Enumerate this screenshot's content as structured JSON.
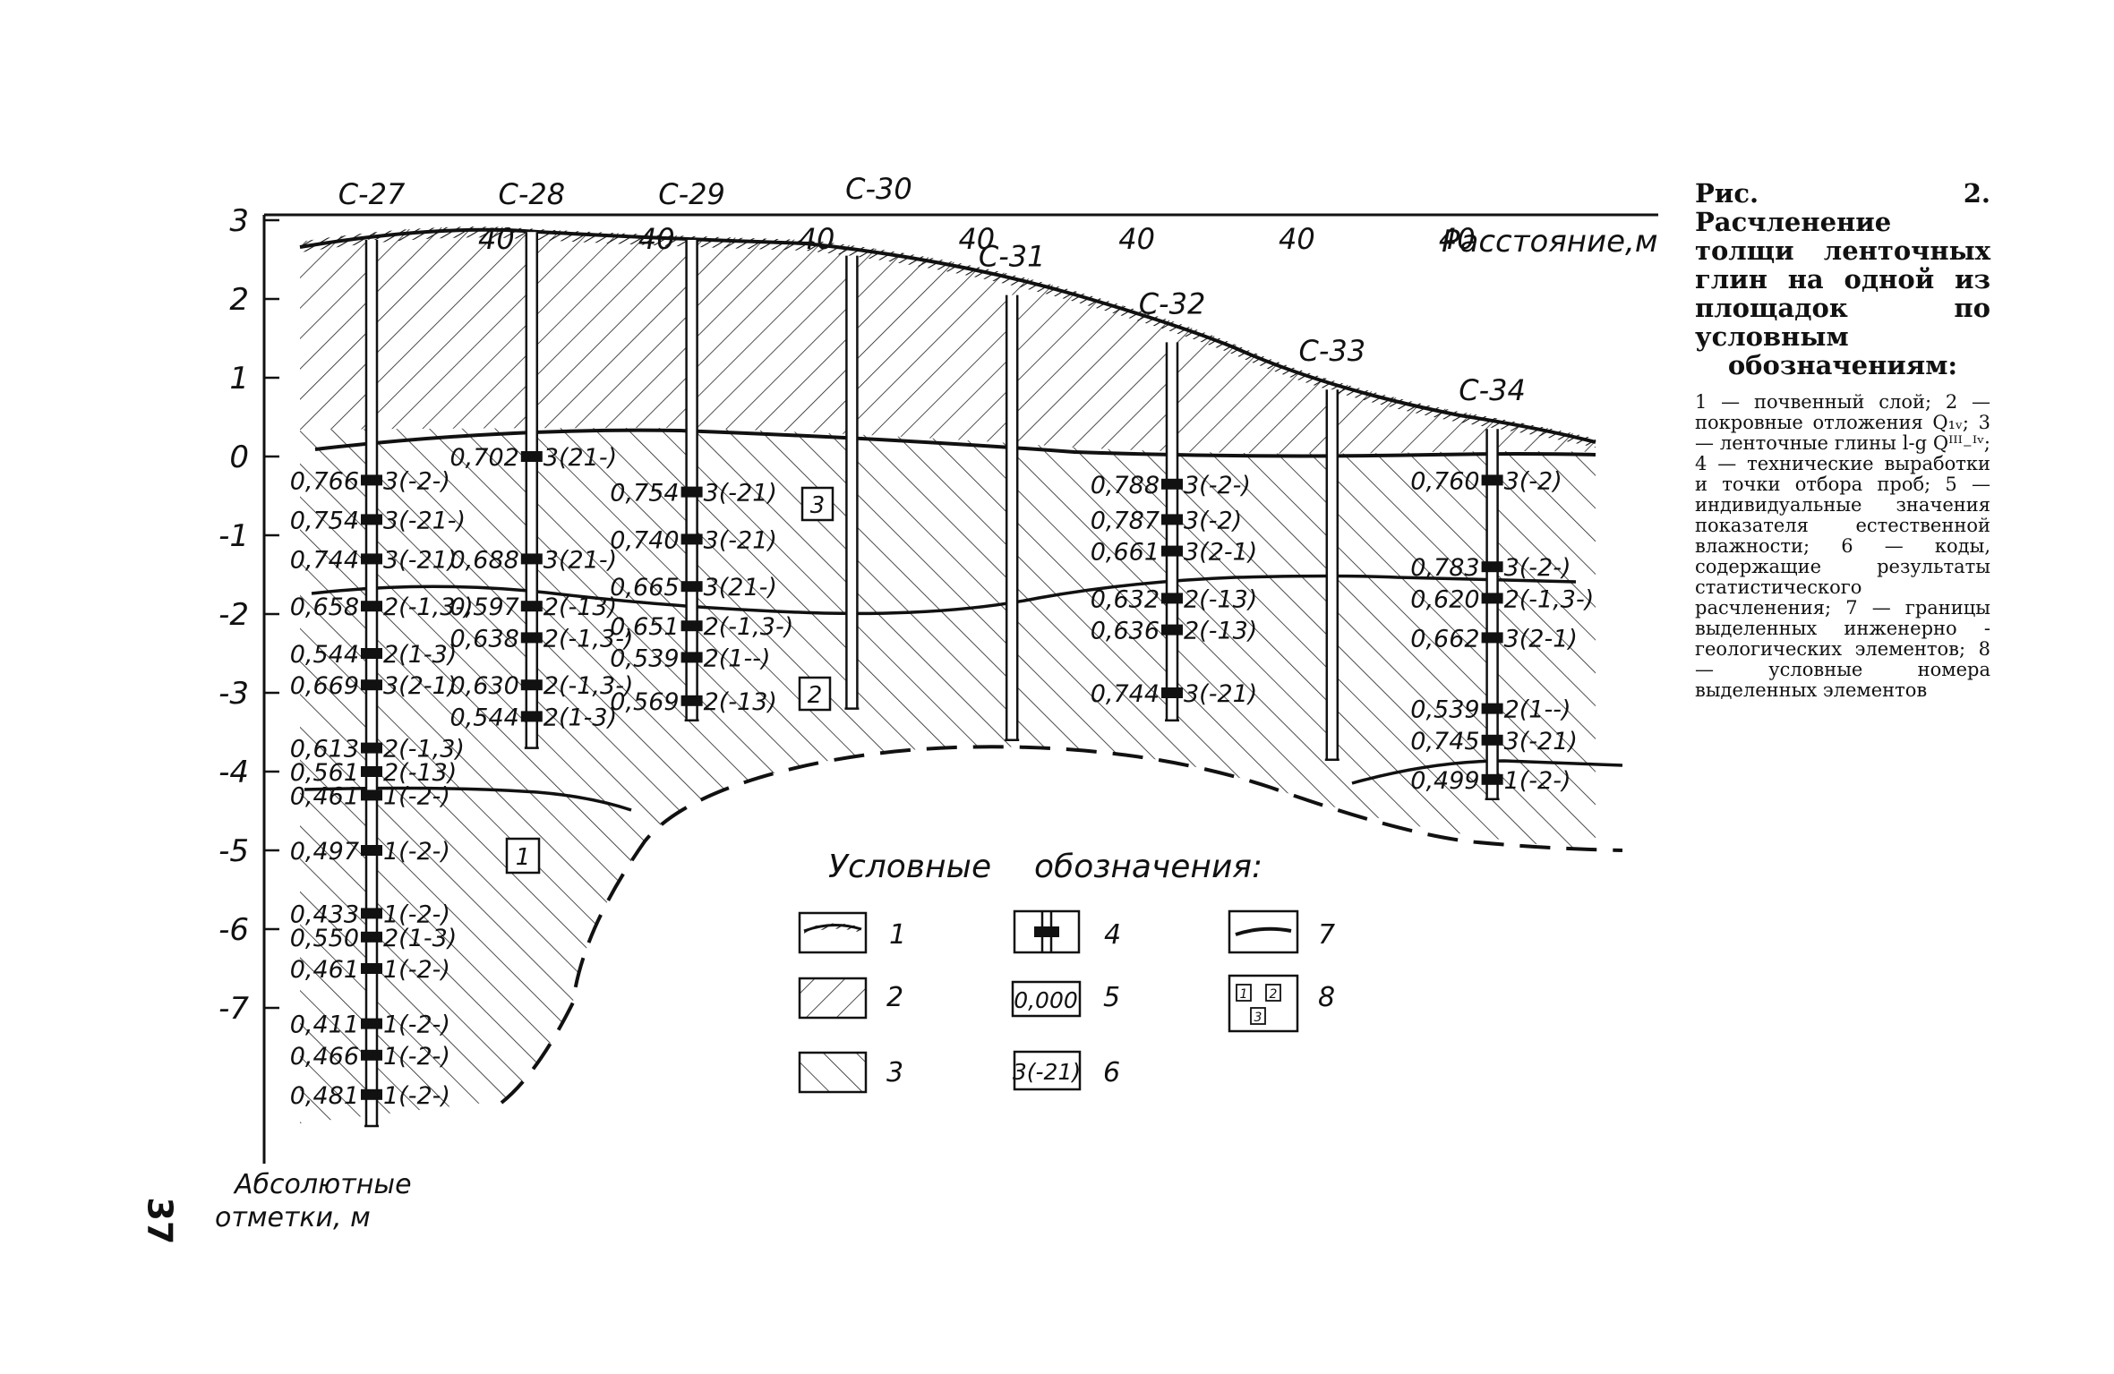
{
  "boreholes": [
    {
      "id": "С-27",
      "x_rel": 0,
      "top": 2.75,
      "bottom": -8.5,
      "samples": [
        {
          "elev": -0.3,
          "w": "0,766",
          "code": "3(-2-)"
        },
        {
          "elev": -0.8,
          "w": "0,754",
          "code": "3(-21-)"
        },
        {
          "elev": -1.3,
          "w": "0,744",
          "code": "3(-21)"
        },
        {
          "elev": -1.9,
          "w": "0,658",
          "code": "2(-1,3-)"
        },
        {
          "elev": -2.5,
          "w": "0,544",
          "code": "2(1-3)"
        },
        {
          "elev": -2.9,
          "w": "0,669",
          "code": "3(2-1)"
        },
        {
          "elev": -3.7,
          "w": "0,613",
          "code": "2(-1,3)"
        },
        {
          "elev": -4.0,
          "w": "0,561",
          "code": "2(-13)"
        },
        {
          "elev": -4.3,
          "w": "0,461",
          "code": "1(-2-)"
        },
        {
          "elev": -5.0,
          "w": "0,497",
          "code": "1(-2-)"
        },
        {
          "elev": -5.8,
          "w": "0,433",
          "code": "1(-2-)"
        },
        {
          "elev": -6.1,
          "w": "0,550",
          "code": "2(1-3)"
        },
        {
          "elev": -6.5,
          "w": "0,461",
          "code": "1(-2-)"
        },
        {
          "elev": -7.2,
          "w": "0,411",
          "code": "1(-2-)"
        },
        {
          "elev": -7.6,
          "w": "0,466",
          "code": "1(-2-)"
        },
        {
          "elev": -8.1,
          "w": "0,481",
          "code": "1(-2-)"
        }
      ]
    },
    {
      "id": "С-28",
      "x_rel": 40,
      "top": 2.85,
      "bottom": -3.7,
      "samples": [
        {
          "elev": 0.0,
          "w": "0,702",
          "code": "3(21-)"
        },
        {
          "elev": -1.3,
          "w": "0,688",
          "code": "3(21-)"
        },
        {
          "elev": -1.9,
          "w": "0,597",
          "code": "2(-13)"
        },
        {
          "elev": -2.3,
          "w": "0,638",
          "code": "2(-1,3-)"
        },
        {
          "elev": -2.9,
          "w": "0,630",
          "code": "2(-1,3-)"
        },
        {
          "elev": -3.3,
          "w": "0,544",
          "code": "2(1-3)"
        }
      ]
    },
    {
      "id": "С-29",
      "x_rel": 80,
      "top": 2.75,
      "bottom": -3.35,
      "samples": [
        {
          "elev": -0.45,
          "w": "0,754",
          "code": "3(-21)"
        },
        {
          "elev": -1.05,
          "w": "0,740",
          "code": "3(-21)"
        },
        {
          "elev": -1.65,
          "w": "0,665",
          "code": "3(21-)"
        },
        {
          "elev": -2.15,
          "w": "0,651",
          "code": "2(-1,3-)"
        },
        {
          "elev": -2.55,
          "w": "0,539",
          "code": "2(1--)"
        },
        {
          "elev": -3.1,
          "w": "0,569",
          "code": "2(-13)"
        }
      ]
    },
    {
      "id": "С-30",
      "x_rel": 120,
      "top": 2.55,
      "bottom": -3.2,
      "samples": []
    },
    {
      "id": "С-31",
      "x_rel": 160,
      "top": 2.05,
      "bottom": -3.6,
      "samples": []
    },
    {
      "id": "С-32",
      "x_rel": 200,
      "top": 1.45,
      "bottom": -3.35,
      "samples": [
        {
          "elev": -0.35,
          "w": "0,788",
          "code": "3(-2-)"
        },
        {
          "elev": -0.8,
          "w": "0,787",
          "code": "3(-2)"
        },
        {
          "elev": -1.2,
          "w": "0,661",
          "code": "3(2-1)"
        },
        {
          "elev": -1.8,
          "w": "0,632",
          "code": "2(-13)"
        },
        {
          "elev": -2.2,
          "w": "0,636",
          "code": "2(-13)"
        },
        {
          "elev": -3.0,
          "w": "0,744",
          "code": "3(-21)"
        }
      ]
    },
    {
      "id": "С-33",
      "x_rel": 240,
      "top": 0.85,
      "bottom": -3.85,
      "samples": []
    },
    {
      "id": "С-34",
      "x_rel": 280,
      "top": 0.35,
      "bottom": -4.35,
      "samples": [
        {
          "elev": -0.3,
          "w": "0,760",
          "code": "3(-2)"
        },
        {
          "elev": -1.4,
          "w": "0,783",
          "code": "3(-2-)"
        },
        {
          "elev": -1.8,
          "w": "0,620",
          "code": "2(-1,3-)"
        },
        {
          "elev": -2.3,
          "w": "0,662",
          "code": "3(2-1)"
        },
        {
          "elev": -3.2,
          "w": "0,539",
          "code": "2(1--)"
        },
        {
          "elev": -3.6,
          "w": "0,745",
          "code": "3(-21)"
        },
        {
          "elev": -4.1,
          "w": "0,499",
          "code": "1(-2-)"
        }
      ]
    }
  ],
  "y_ticks": [
    "3",
    "2",
    "1",
    "0",
    "-1",
    "-2",
    "-3",
    "-4",
    "-5",
    "-6",
    "-7"
  ],
  "distance_values": [
    "40",
    "40",
    "40",
    "40",
    "40",
    "40",
    "40"
  ],
  "distance_axis_label": "Расстояние,м",
  "elevation_axis_label_1": "Абсолютные",
  "elevation_axis_label_2": "отметки, м",
  "element_labels": [
    "1",
    "2",
    "3"
  ],
  "legend": {
    "title_1": "Условные",
    "title_2": "обозначения:",
    "items": [
      {
        "num": "1"
      },
      {
        "num": "2"
      },
      {
        "num": "3"
      },
      {
        "num": "4"
      },
      {
        "num": "5",
        "sample_text": "0,000"
      },
      {
        "num": "6",
        "sample_text": "3(-21)"
      },
      {
        "num": "7"
      },
      {
        "num": "8"
      }
    ],
    "mini_numbers": [
      "1",
      "2",
      "3"
    ]
  },
  "caption": {
    "title": "Рис. 2. Расчленение толщи ленточных глин на одной из площадок по условным обозначениям:",
    "body": "1 — почвенный слой; 2 — покровные отложения Q₁ᵥ; 3 — ленточные глины l-g Qᴵᴵᴵ₋ᴵᵛ; 4 — технические выработки и точки отбора проб; 5 — индивидуальные значения показателя естественной влажности; 6 — коды, содержащие результаты статистического расчленения; 7 — границы выделенных инженерно - геологических элементов; 8 — условные номера выделенных элементов"
  },
  "page_number": "37"
}
